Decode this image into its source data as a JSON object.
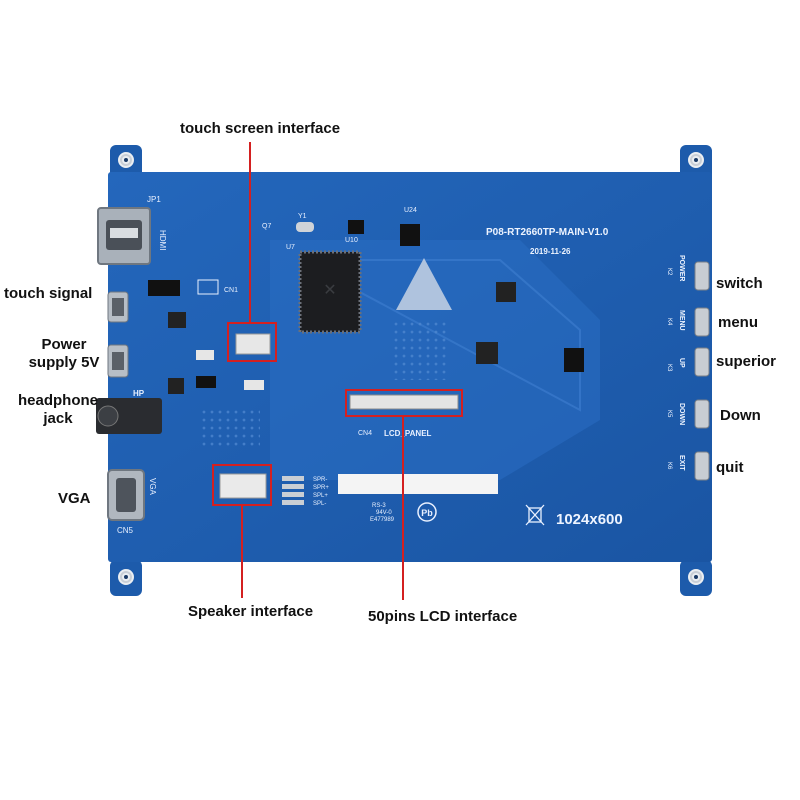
{
  "callouts": {
    "touch_screen_interface": "touch screen interface",
    "touch_signal": "touch signal",
    "power_supply_line1": "Power",
    "power_supply_line2": "supply 5V",
    "headphone_line1": "headphone",
    "headphone_line2": "jack",
    "vga": "VGA",
    "speaker_interface": "Speaker interface",
    "lcd_interface": "50pins LCD interface",
    "switch": "switch",
    "menu": "menu",
    "superior": "superior",
    "down": "Down",
    "quit": "quit"
  },
  "board": {
    "model": "P08-RT2660TP-MAIN-V1.0",
    "date": "2019-11-26",
    "resolution": "1024x600",
    "hdmi_label": "HDMI",
    "jp1": "JP1",
    "vga_label": "VGA",
    "cn5": "CN5",
    "cn4": "CN4",
    "lcd_panel": "LCD_PANEL",
    "cn1": "CN1",
    "u7": "U7",
    "u10": "U10",
    "y1": "Y1",
    "u24": "U24",
    "q7": "Q7",
    "hp": "HP",
    "spk_pins": [
      "SPR-",
      "SPR+",
      "SPL+",
      "SPL-"
    ],
    "button_labels": [
      "POWER",
      "MENU",
      "UP",
      "DOWN",
      "EXIT"
    ],
    "button_refs": [
      "K2",
      "K4",
      "K3",
      "K5",
      "K6"
    ],
    "cert_line1": "RS-3",
    "cert_line2": "94V-0",
    "cert_line3": "E477989",
    "board_color": "#1b5fb0",
    "highlight_color": "#d42020"
  }
}
